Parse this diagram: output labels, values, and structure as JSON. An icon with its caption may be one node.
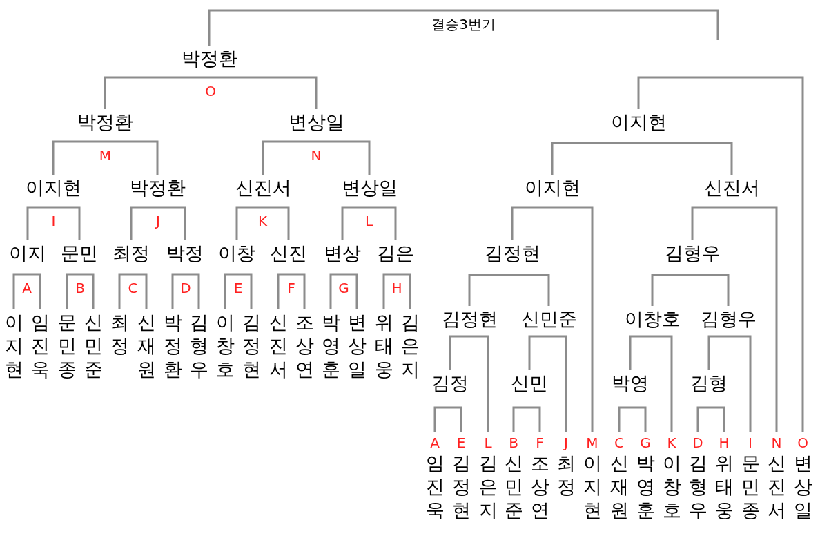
{
  "diagram": {
    "nodes": [
      {
        "text": [
          "박정환"
        ]
      },
      {
        "text": [
          "박정환"
        ]
      },
      {
        "text": [
          "변상일"
        ]
      },
      {
        "text": [
          "이지현"
        ]
      },
      {
        "text": [
          "박정환"
        ]
      },
      {
        "text": [
          "신진서"
        ]
      },
      {
        "text": [
          "변상일"
        ]
      },
      {
        "text": [
          "이지"
        ]
      },
      {
        "text": [
          "문민"
        ]
      },
      {
        "text": [
          "최정"
        ]
      },
      {
        "text": [
          "박정"
        ]
      },
      {
        "text": [
          "이창"
        ]
      },
      {
        "text": [
          "신진"
        ]
      },
      {
        "text": [
          "변상"
        ]
      },
      {
        "text": [
          "김은"
        ]
      },
      {
        "text": [
          "이지현"
        ]
      },
      {
        "text": [
          "임진욱"
        ]
      },
      {
        "text": [
          "문민종"
        ]
      },
      {
        "text": [
          "신민준"
        ]
      },
      {
        "text": [
          "최정"
        ]
      },
      {
        "text": [
          "신재원"
        ]
      },
      {
        "text": [
          "박정환"
        ]
      },
      {
        "text": [
          "김형우"
        ]
      },
      {
        "text": [
          "이창호"
        ]
      },
      {
        "text": [
          "김정현"
        ]
      },
      {
        "text": [
          "신진서"
        ]
      },
      {
        "text": [
          "조상연"
        ]
      },
      {
        "text": [
          "박영훈"
        ]
      },
      {
        "text": [
          "변상일"
        ]
      },
      {
        "text": [
          "위태웅"
        ]
      },
      {
        "text": [
          "김은지"
        ]
      },
      {
        "text": [
          "이지현"
        ]
      },
      {
        "text": [
          "이지현"
        ]
      },
      {
        "text": [
          "신진서"
        ]
      },
      {
        "text": [
          "김정현"
        ]
      },
      {
        "text": [
          "김형우"
        ]
      },
      {
        "text": [
          "김정현"
        ]
      },
      {
        "text": [
          "신민준"
        ]
      },
      {
        "text": [
          "이창호"
        ]
      },
      {
        "text": [
          "김형우"
        ]
      },
      {
        "text": [
          "김정"
        ]
      },
      {
        "text": [
          "신민"
        ]
      },
      {
        "text": [
          "박영"
        ]
      },
      {
        "text": [
          "김형"
        ]
      },
      {
        "text": [
          "임진욱"
        ],
        "beside": [
          "A"
        ]
      },
      {
        "text": [
          "김정현"
        ],
        "beside": [
          "E"
        ]
      },
      {
        "text": [
          "김은지"
        ],
        "beside": [
          "L"
        ]
      },
      {
        "text": [
          "신민준"
        ],
        "beside": [
          "B"
        ]
      },
      {
        "text": [
          "조상연"
        ],
        "beside": [
          "F"
        ]
      },
      {
        "text": [
          "최정"
        ],
        "beside": [
          "J"
        ]
      },
      {
        "text": [
          "이지현"
        ],
        "beside": [
          "M"
        ]
      },
      {
        "text": [
          "신재원"
        ],
        "beside": [
          "C"
        ]
      },
      {
        "text": [
          "박영훈"
        ],
        "beside": [
          "G"
        ]
      },
      {
        "text": [
          "이창호"
        ],
        "beside": [
          "K"
        ]
      },
      {
        "text": [
          "김형우"
        ],
        "beside": [
          "D"
        ]
      },
      {
        "text": [
          "위태웅"
        ],
        "beside": [
          "H"
        ]
      },
      {
        "text": [
          "문민종"
        ],
        "beside": [
          "I"
        ]
      },
      {
        "text": [
          "신진서"
        ],
        "beside": [
          "N"
        ]
      },
      {
        "text": [
          "변상일"
        ],
        "beside": [
          "O"
        ]
      }
    ],
    "edges": [
      {
        "from": 0,
        "to": null,
        "arrow": "none",
        "label": "결승3번기"
      },
      {
        "from": 1,
        "to": 2,
        "arrow": "none",
        "label": "O"
      },
      {
        "from": 3,
        "to": 4,
        "arrow": "none",
        "label": "M"
      },
      {
        "from": 5,
        "to": 6,
        "arrow": "none",
        "label": "N"
      },
      {
        "from": 7,
        "to": 8,
        "arrow": "none",
        "label": "I"
      },
      {
        "from": 9,
        "to": 10,
        "arrow": "none",
        "label": "J"
      },
      {
        "from": 11,
        "to": 12,
        "arrow": "none",
        "label": "K"
      },
      {
        "from": 13,
        "to": 14,
        "arrow": "none",
        "label": "L"
      },
      {
        "from": 15,
        "to": 16,
        "arrow": "none",
        "label": "A"
      },
      {
        "from": 17,
        "to": 18,
        "arrow": "none",
        "label": "B"
      },
      {
        "from": 19,
        "to": 20,
        "arrow": "none",
        "label": "C"
      },
      {
        "from": 21,
        "to": 22,
        "arrow": "none",
        "label": "D"
      },
      {
        "from": 23,
        "to": 24,
        "arrow": "none",
        "label": "E"
      },
      {
        "from": 25,
        "to": 26,
        "arrow": "none",
        "label": "F"
      },
      {
        "from": 27,
        "to": 28,
        "arrow": "none",
        "label": "G"
      },
      {
        "from": 29,
        "to": 30,
        "arrow": "none",
        "label": "H"
      },
      {
        "from": 31,
        "to": 58,
        "arrow": "none"
      },
      {
        "from": 32,
        "to": 33,
        "arrow": "none"
      },
      {
        "from": 34,
        "to": 50,
        "arrow": "none"
      },
      {
        "from": 35,
        "to": 57,
        "arrow": "none"
      },
      {
        "from": 36,
        "to": 37,
        "arrow": "none"
      },
      {
        "from": 38,
        "to": 39,
        "arrow": "none"
      },
      {
        "from": 40,
        "to": 46,
        "arrow": "none"
      },
      {
        "from": 41,
        "to": 49,
        "arrow": "none"
      },
      {
        "from": 42,
        "to": 53,
        "arrow": "none"
      },
      {
        "from": 43,
        "to": 56,
        "arrow": "none"
      },
      {
        "from": 44,
        "to": 45,
        "arrow": "none"
      },
      {
        "from": 47,
        "to": 48,
        "arrow": "none"
      },
      {
        "from": 51,
        "to": 52,
        "arrow": "none"
      },
      {
        "from": 54,
        "to": 55,
        "arrow": "none"
      }
    ]
  }
}
